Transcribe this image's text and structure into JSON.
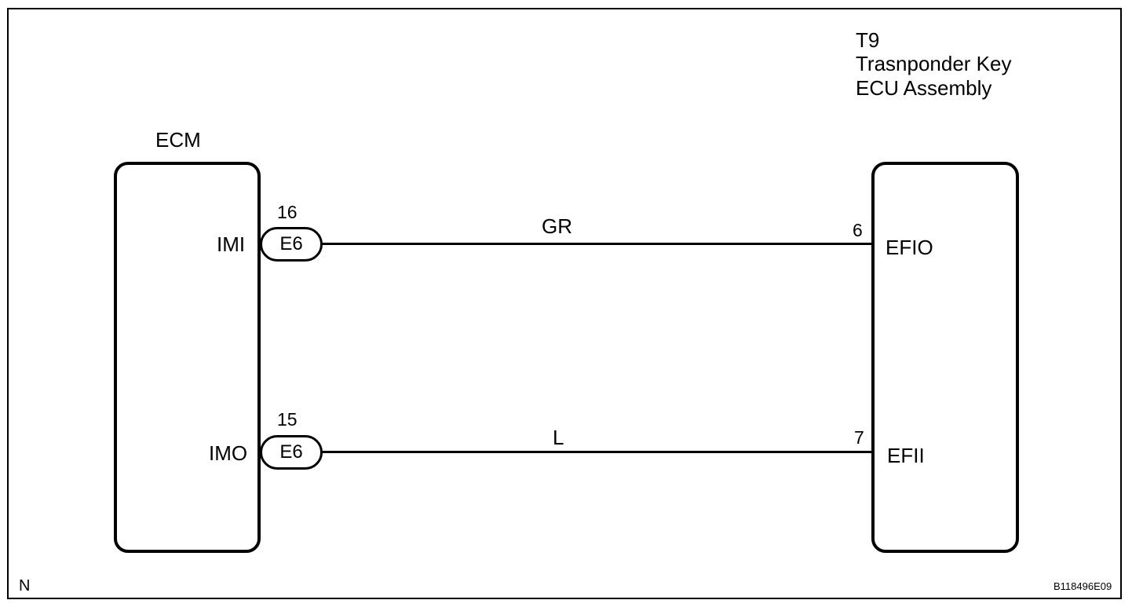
{
  "right_ecu": {
    "code": "T9",
    "name_line1": "Trasnponder Key",
    "name_line2": "ECU Assembly"
  },
  "left_ecu": {
    "name": "ECM"
  },
  "circuits": [
    {
      "left_terminal": "IMI",
      "pin": "16",
      "connector": "E6",
      "wire_color": "GR",
      "right_pin": "6",
      "right_terminal": "EFIO"
    },
    {
      "left_terminal": "IMO",
      "pin": "15",
      "connector": "E6",
      "wire_color": "L",
      "right_pin": "7",
      "right_terminal": "EFII"
    }
  ],
  "footer": {
    "corner_mark": "N",
    "figure_code": "B118496E09"
  }
}
